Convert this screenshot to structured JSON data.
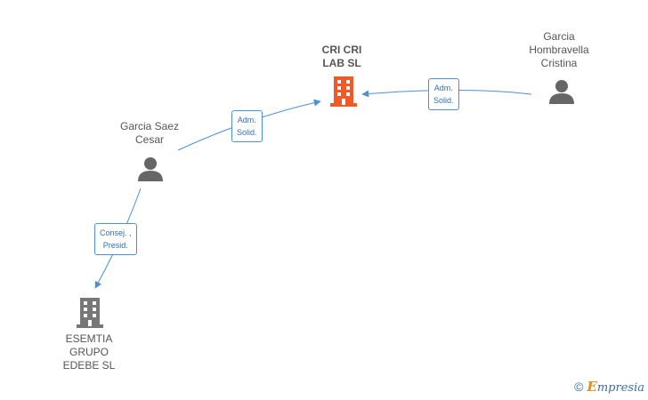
{
  "nodes": {
    "cri_cri": {
      "lines": [
        "CRI CRI",
        "LAB  SL"
      ],
      "kind": "company",
      "color": "#f05a28"
    },
    "hombravella": {
      "lines": [
        "Garcia",
        "Hombravella",
        "Cristina"
      ],
      "kind": "person",
      "color": "#666666"
    },
    "saez": {
      "lines": [
        "Garcia Saez",
        "Cesar"
      ],
      "kind": "person",
      "color": "#666666"
    },
    "esemtia": {
      "lines": [
        "ESEMTIA",
        "GRUPO",
        "EDEBE  SL"
      ],
      "kind": "company",
      "color": "#777777"
    }
  },
  "relations": {
    "hombravella_to_cri": [
      "Adm.",
      "Solid."
    ],
    "saez_to_cri": [
      "Adm.",
      "Solid."
    ],
    "saez_to_esemtia": [
      "Consej. ,",
      "Presid."
    ]
  },
  "edge_color": "#4a90d9",
  "brand": {
    "copyright": "©",
    "initial": "E",
    "rest": "mpresia"
  }
}
